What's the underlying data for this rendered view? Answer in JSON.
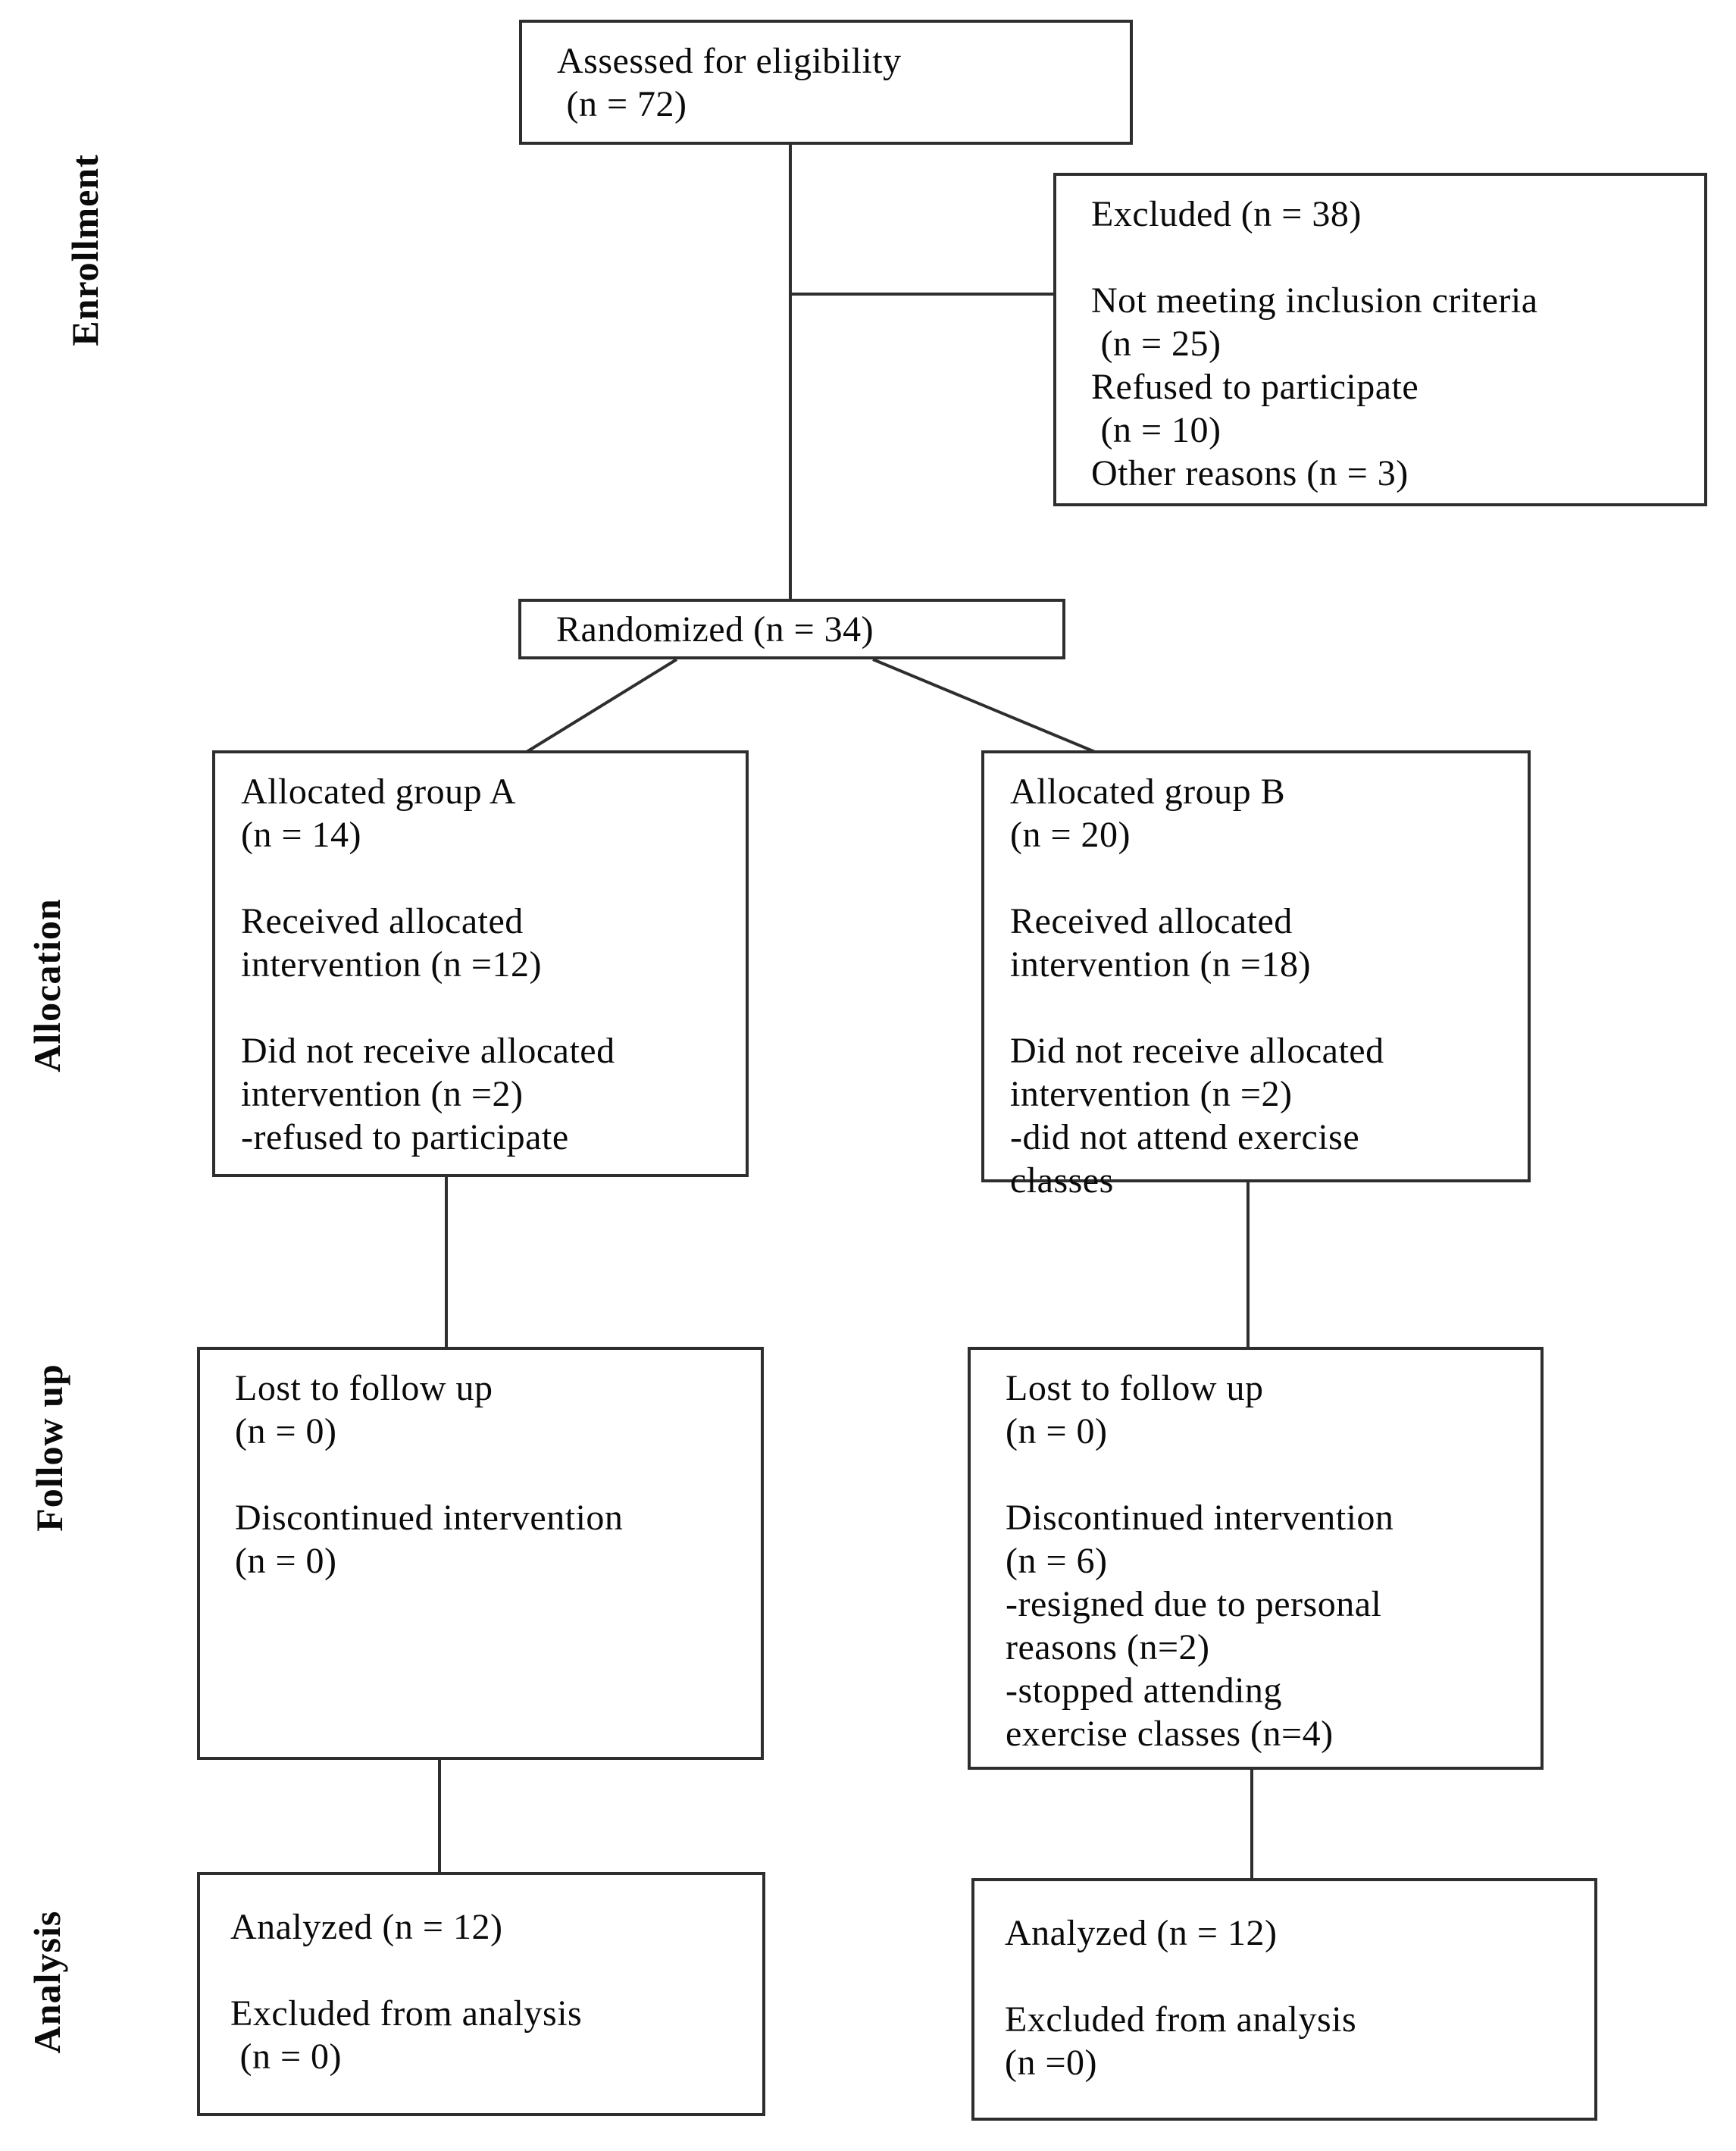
{
  "figure": {
    "background": "#ffffff",
    "line_color": "#2e2e2e"
  },
  "stages": [
    {
      "id": "enrollment",
      "label": "Enrollment"
    },
    {
      "id": "allocation",
      "label": "Allocation"
    },
    {
      "id": "followup",
      "label": "Follow up"
    },
    {
      "id": "analysis",
      "label": "Analysis"
    }
  ],
  "boxes": {
    "assessed": {
      "text": "Assessed for eligibility\n (n = 72)"
    },
    "excluded": {
      "text": "Excluded (n = 38)\n\nNot meeting inclusion criteria\n (n = 25)\nRefused to participate\n (n = 10)\nOther reasons (n = 3)"
    },
    "randomized": {
      "text": "Randomized (n = 34)"
    },
    "allocated_a": {
      "text": "Allocated group A\n(n = 14)\n\nReceived allocated\nintervention (n =12)\n\nDid not receive allocated\nintervention (n =2)\n-refused to participate"
    },
    "allocated_b": {
      "text": "Allocated group B\n(n = 20)\n\nReceived allocated\nintervention (n =18)\n\nDid not receive allocated\nintervention (n =2)\n-did not attend exercise\nclasses"
    },
    "followup_a": {
      "text": "Lost to follow up\n(n = 0)\n\nDiscontinued intervention\n(n = 0)"
    },
    "followup_b": {
      "text": "Lost to follow up\n(n = 0)\n\nDiscontinued intervention\n(n = 6)\n-resigned due to personal\nreasons (n=2)\n-stopped attending\nexercise classes (n=4)"
    },
    "analyzed_a": {
      "text": "Analyzed (n = 12)\n\nExcluded from analysis\n (n = 0)"
    },
    "analyzed_b": {
      "text": "Analyzed (n = 12)\n\nExcluded from analysis\n(n =0)"
    }
  }
}
